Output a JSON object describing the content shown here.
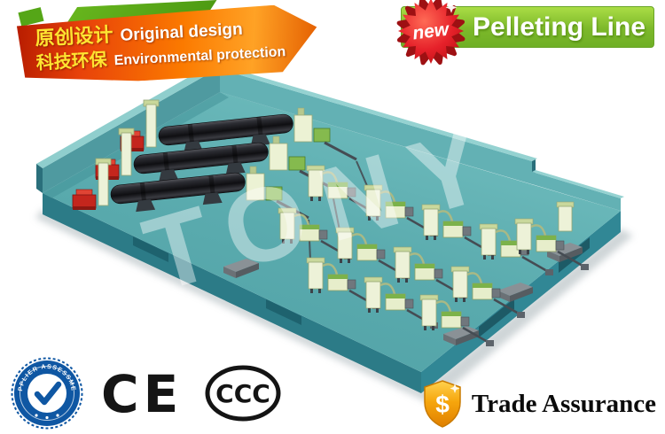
{
  "promo": {
    "line1_cn": "原创设计",
    "line1_en": "Original design",
    "line2_cn": "科技环保",
    "line2_en": "Environmental protection"
  },
  "header": {
    "badge": "new",
    "title": "Pelleting Line"
  },
  "watermark": {
    "text": "TONY"
  },
  "certs": {
    "supplier_ring_text": "SUPPLIER ASSESSMENT",
    "ce_label": "CE",
    "ccc_label": "CCC"
  },
  "trade": {
    "currency": "$",
    "label": "Trade Assurance"
  },
  "colors": {
    "header_green": "#7cb82a",
    "banner_orange": "#f25c05",
    "badge_red": "#e6212a",
    "platform_top": "#5aabae",
    "platform_side": "#2c7b87",
    "machine_cream": "#ecf2d6",
    "machine_green": "#85ba4e",
    "drum_black": "#17181c",
    "shield_gold": "#f6a60d",
    "supplier_blue": "#0f57a3"
  }
}
